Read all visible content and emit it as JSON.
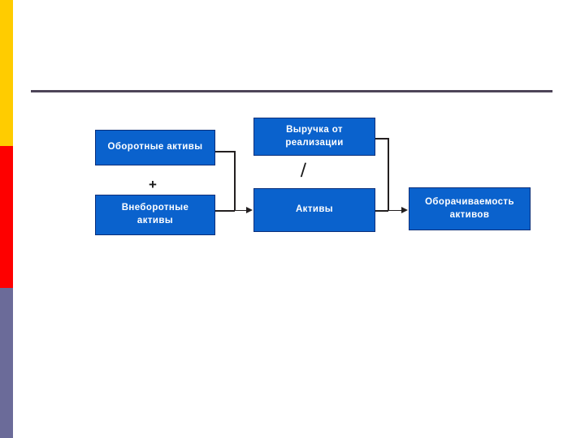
{
  "slide": {
    "background_color": "#ffffff",
    "rule_color": "#4d4458"
  },
  "sidebar": {
    "bands": [
      {
        "name": "yellow-band",
        "color": "#ffcc00"
      },
      {
        "name": "red-band",
        "color": "#fe0000"
      },
      {
        "name": "purple-band",
        "color": "#6b6b99"
      }
    ]
  },
  "diagram": {
    "accent_color": "#0a62cd",
    "border_color": "#0a2f7a",
    "text_color": "#ffffff",
    "line_color": "#231f20",
    "nodes": {
      "current_assets": "Оборотные активы",
      "noncurrent_assets_line1": "Внеборотные",
      "noncurrent_assets_line2": "активы",
      "revenue_line1": "Выручка от",
      "revenue_line2": "реализации",
      "assets": "Активы",
      "turnover_line1": "Оборачиваемость",
      "turnover_line2": "активов"
    },
    "operators": {
      "plus": "+",
      "divide": "/"
    }
  }
}
